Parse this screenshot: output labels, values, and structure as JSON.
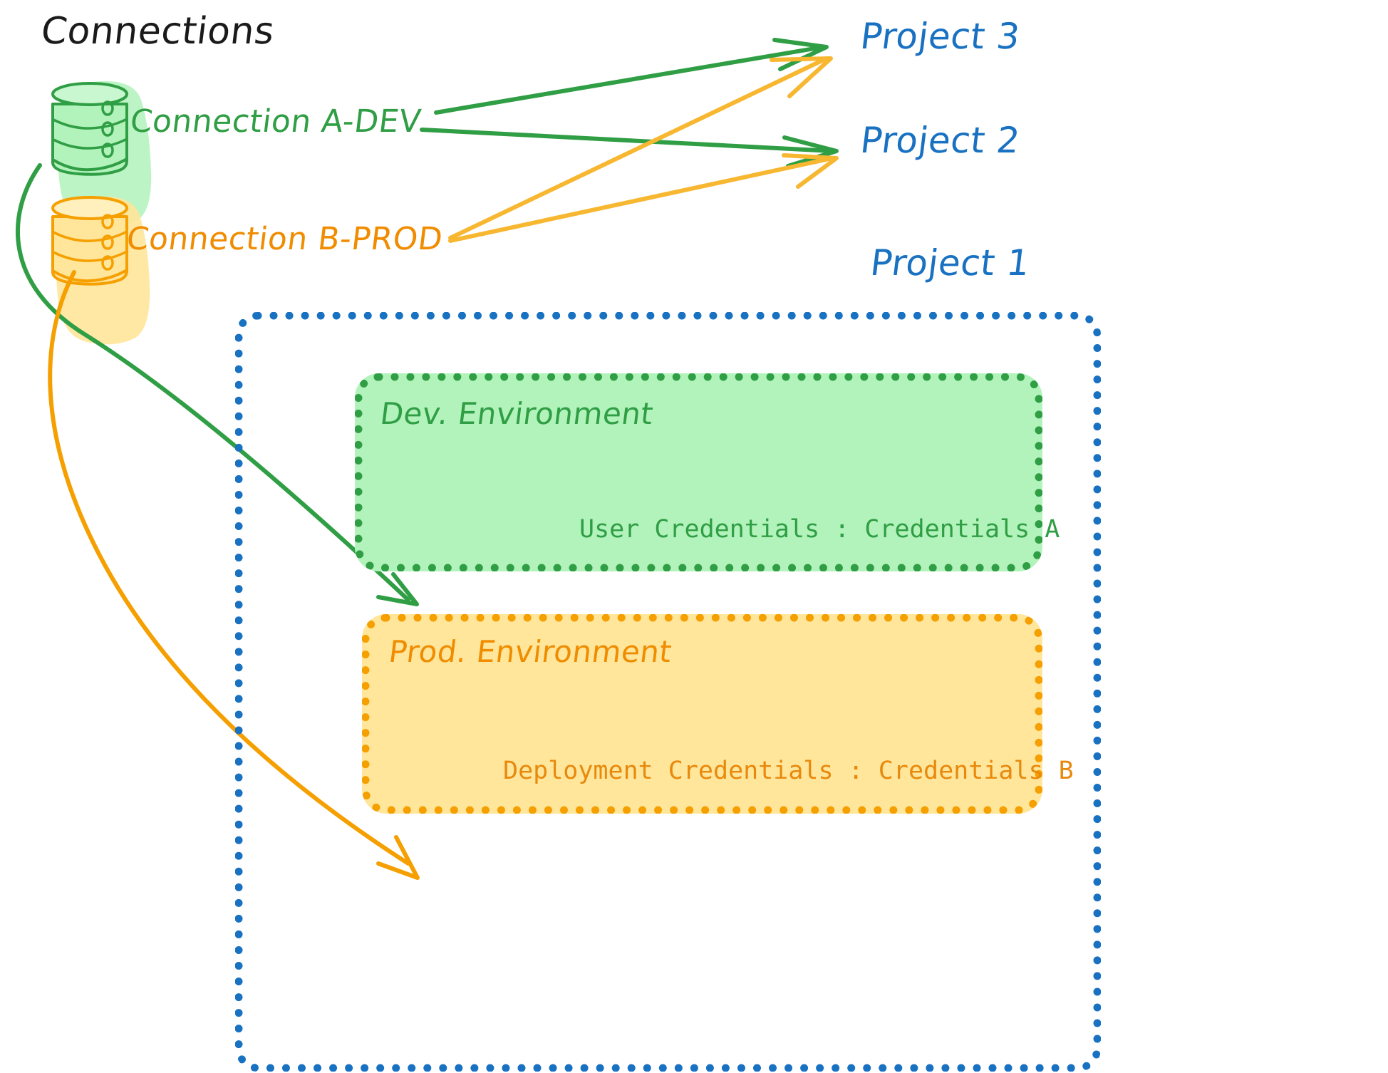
{
  "diagram": {
    "title": "Connections",
    "background": "#ffffff"
  },
  "palette": {
    "green_stroke": "#2f9e44",
    "green_fill": "#b2f2bb",
    "orange_stroke": "#f59f00",
    "orange_dark": "#f08c00",
    "orange_fill": "#ffe69a",
    "blue_stroke": "#1971c2",
    "black_text": "#1a1a1a"
  },
  "connections": [
    {
      "id": "a-dev",
      "label": "Connection A-DEV",
      "color": "#2f9e44",
      "icon": "database-cylinder-icon"
    },
    {
      "id": "b-prod",
      "label": "Connection B-PROD",
      "color": "#f08c00",
      "icon": "database-cylinder-icon"
    }
  ],
  "projects": [
    {
      "id": "project-3",
      "label": "Project 3",
      "color": "#1971c2"
    },
    {
      "id": "project-2",
      "label": "Project 2",
      "color": "#1971c2"
    },
    {
      "id": "project-1",
      "label": "Project 1",
      "color": "#1971c2"
    }
  ],
  "environments": [
    {
      "id": "dev",
      "title": "Dev. Environment",
      "credentials_line": "User Credentials : Credentials A",
      "credentials_key": "User Credentials",
      "credentials_value": "Credentials A",
      "stroke": "#2f9e44",
      "fill": "#b2f2bb"
    },
    {
      "id": "prod",
      "title": "Prod. Environment",
      "credentials_line": "Deployment Credentials : Credentials B",
      "credentials_key": "Deployment Credentials",
      "credentials_value": "Credentials B",
      "stroke": "#f59f00",
      "fill": "#ffe69a"
    }
  ],
  "edges": [
    {
      "id": "a-dev-to-project-3",
      "from": "a-dev",
      "to": "project-3",
      "color": "#2f9e44",
      "style": "straight-arrow"
    },
    {
      "id": "a-dev-to-project-2",
      "from": "a-dev",
      "to": "project-2",
      "color": "#2f9e44",
      "style": "straight-arrow"
    },
    {
      "id": "b-prod-to-project-3",
      "from": "b-prod",
      "to": "project-3",
      "color": "#f59f00",
      "style": "straight-arrow"
    },
    {
      "id": "b-prod-to-project-2",
      "from": "b-prod",
      "to": "project-2",
      "color": "#f59f00",
      "style": "straight-arrow"
    },
    {
      "id": "a-dev-to-dev-env",
      "from": "a-dev",
      "to": "dev",
      "color": "#2f9e44",
      "style": "curved-arrow"
    },
    {
      "id": "b-prod-to-prod-env",
      "from": "b-prod",
      "to": "prod",
      "color": "#f59f00",
      "style": "curved-arrow"
    }
  ]
}
